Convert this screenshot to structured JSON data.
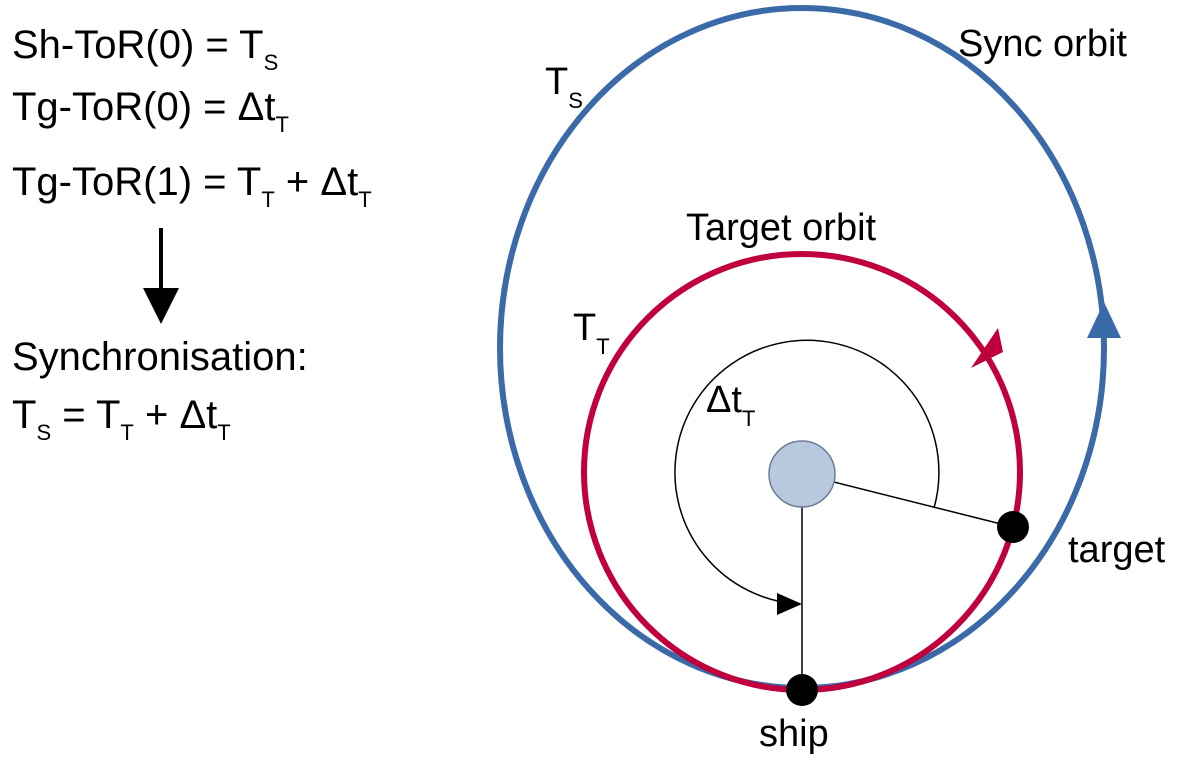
{
  "equations": {
    "line1": {
      "lhs": "Sh-ToR(0) = T",
      "sub1": "S"
    },
    "line2": {
      "lhs": "Tg-ToR(0) = Δt",
      "sub1": "T"
    },
    "line3": {
      "lhs": "Tg-ToR(1) = T",
      "sub1": "T",
      "mid": " + Δt",
      "sub2": "T"
    },
    "sync_heading": "Synchronisation:",
    "sync_eq": {
      "a": "T",
      "sub_a": "S",
      "b": " = T",
      "sub_b": "T",
      "c": " + Δt",
      "sub_c": "T"
    }
  },
  "labels": {
    "sync_orbit": "Sync orbit",
    "sync_period": {
      "main": "T",
      "sub": "S"
    },
    "target_orbit": "Target orbit",
    "target_period": {
      "main": "T",
      "sub": "T"
    },
    "delta_t": {
      "main": "Δt",
      "sub": "T"
    },
    "target": "target",
    "ship": "ship"
  },
  "colors": {
    "sync_orbit": "#3a6aa8",
    "target_orbit": "#c0003c",
    "planet_fill": "#b8c8de",
    "planet_stroke": "#6d7e94",
    "point": "#000000",
    "text": "#000000"
  },
  "icons": {
    "implication": "arrow-down-icon",
    "sync_direction": "triangle-arrow-icon",
    "target_direction": "triangle-arrow-icon",
    "delta_arc_head": "triangle-arrow-icon"
  }
}
